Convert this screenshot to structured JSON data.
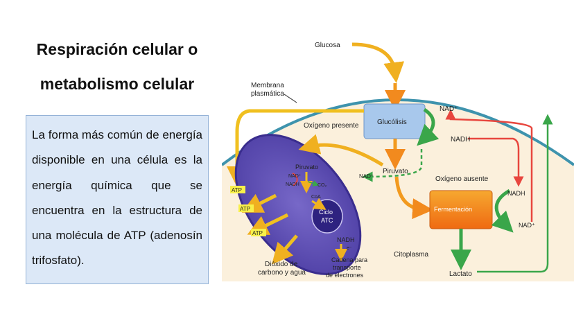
{
  "slide": {
    "title_line1": "Respiración celular o",
    "title_line2": "metabolismo celular",
    "body_text": "La forma más común de energía disponible en una célula es la energía química que se encuentra en la estructura de una molécula de ATP (adenosín trifosfato)."
  },
  "diagram": {
    "glucosa": "Glucosa",
    "membrana_1": "Membrana",
    "membrana_2": "plasmática",
    "oxigeno_presente": "Oxígeno presente",
    "glucolisis": "Glucólisis",
    "nad_plus": "NAD⁺",
    "nadh": "NADH",
    "piruvato": "Piruvato",
    "oxigeno_ausente": "Oxígeno ausente",
    "fermentacion": "Fermentación",
    "lactato": "Lactato",
    "citoplasma": "Citoplasma",
    "atp": "ATP",
    "mito_piruvato": "Piruvato",
    "mito_nad": "NAD⁺",
    "mito_nadh": "NADH",
    "co2": "CO₂",
    "coa": "CoA",
    "ciclo_1": "Ciclo",
    "ciclo_2": "ATC",
    "mito_nadh2": "NADH",
    "electron": "e⁻",
    "dioxido_1": "Dióxido de",
    "dioxido_2": "carbono y agua",
    "cadena_1": "Cadena para",
    "cadena_2": "transporte",
    "cadena_3": "de electrones",
    "colors": {
      "cytoplasm": "#fbf0dc",
      "membrane": "#3e93ad",
      "mitochondrion": "#5b4db0",
      "glycolysis_box": "#a8c8ec",
      "fermentation_box": "#f28a1e",
      "green_arrow": "#3aa64a",
      "red_arrow": "#e8463e",
      "atp_label": "#f8f04a"
    }
  }
}
